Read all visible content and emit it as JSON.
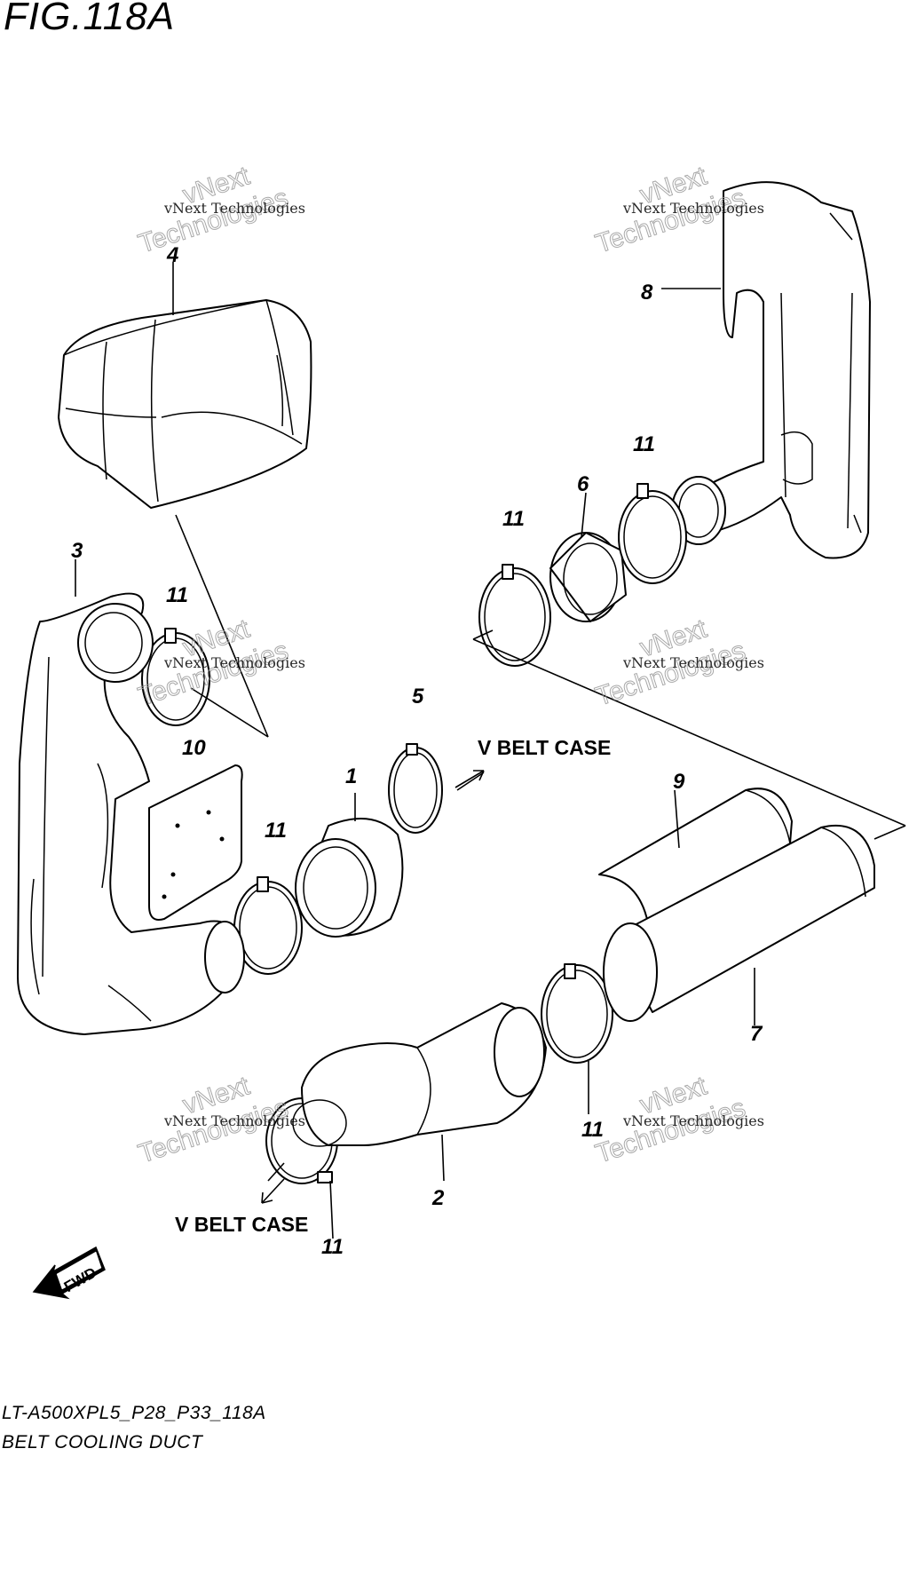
{
  "figure": {
    "title": "FIG.118A",
    "model_code": "LT-A500XPL5_P28_P33_118A",
    "subtitle": "BELT COOLING DUCT"
  },
  "destinations": {
    "upper": "V BELT CASE",
    "lower": "V BELT CASE"
  },
  "fwd_label": "FWD",
  "callouts": [
    "4",
    "8",
    "11",
    "6",
    "11",
    "3",
    "11",
    "5",
    "10",
    "1",
    "11",
    "9",
    "7",
    "11",
    "2",
    "11"
  ],
  "watermark": {
    "small": "vNext Technologies",
    "big_top": "vNext",
    "big_bottom": "Technologies"
  }
}
